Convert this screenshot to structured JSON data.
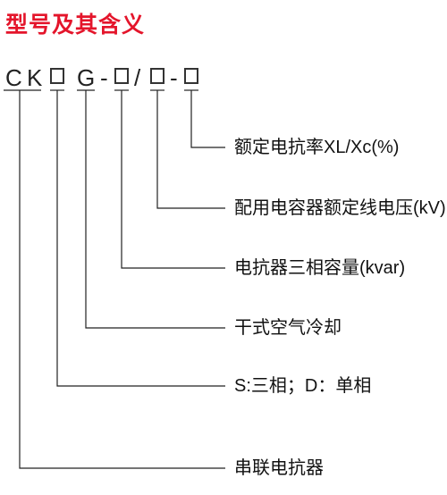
{
  "title": "型号及其含义",
  "model_code": {
    "c": "C",
    "k": "K",
    "g": "G",
    "dash1": "-",
    "slash": "/",
    "dash2": "-"
  },
  "descriptions": [
    "额定电抗率XL/Xc(%)",
    "配用电容器额定线电压(kV)",
    "电抗器三相容量(kvar)",
    "干式空气冷却",
    "S:三相；D：单相",
    "串联电抗器"
  ],
  "colors": {
    "title": "#e4152b",
    "line": "#222222"
  }
}
